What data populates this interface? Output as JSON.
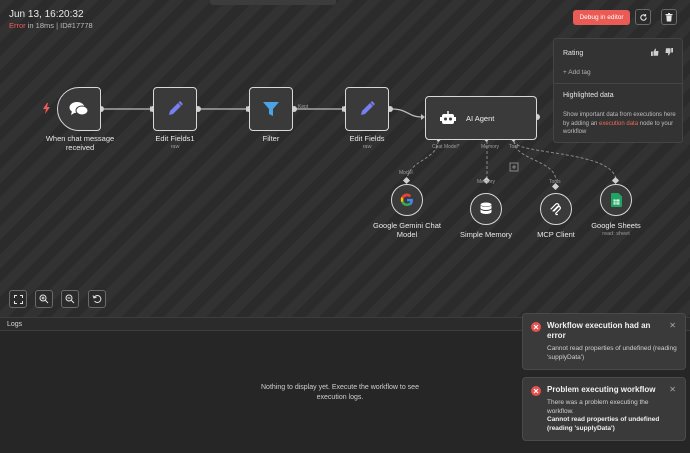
{
  "execution": {
    "date": "Jun 13, 16:20:32",
    "status_error": "Error",
    "status_rest": " in 18ms | ID#17778"
  },
  "toolbar": {
    "debug_label": "Debug in editor",
    "retry_icon": "refresh-icon",
    "delete_icon": "trash-icon"
  },
  "side_panel": {
    "rating_label": "Rating",
    "add_tag": "+ Add tag",
    "highlighted_title": "Highlighted data",
    "highlighted_text_1": "Show important data from executions here by adding an ",
    "highlighted_link": "execution data",
    "highlighted_text_2": " node to your workflow"
  },
  "nodes": {
    "chat_trigger": {
      "label": "When chat message received",
      "icon": "chat-bubbles-icon"
    },
    "edit_fields1": {
      "label": "Edit Fields1",
      "sub": "raw",
      "icon": "pencil-icon"
    },
    "filter": {
      "label": "Filter",
      "icon": "funnel-icon"
    },
    "edit_fields": {
      "label": "Edit Fields",
      "sub": "raw",
      "icon": "pencil-icon"
    },
    "ai_agent": {
      "label": "AI Agent",
      "icon": "robot-icon"
    },
    "gemini": {
      "label": "Google Gemini Chat Model",
      "icon": "google-icon"
    },
    "memory": {
      "label": "Simple Memory",
      "icon": "database-icon"
    },
    "mcp": {
      "label": "MCP Client",
      "icon": "mcp-icon"
    },
    "sheets": {
      "label": "Google Sheets",
      "sub": "read: sheet",
      "icon": "sheets-icon"
    }
  },
  "port_labels": {
    "kept": "Kept",
    "chat_model": "Chat Model*",
    "memory": "Memory",
    "tool": "Tool",
    "model": "Model",
    "memory_top": "Memory",
    "tools": "Tools"
  },
  "logs": {
    "title": "Logs",
    "empty": "Nothing to display yet. Execute the workflow to see execution logs."
  },
  "toasts": [
    {
      "title": "Workflow execution had an error",
      "message": "Cannot read properties of undefined (reading 'supplyData')",
      "bold": ""
    },
    {
      "title": "Problem executing workflow",
      "message": "There was a problem executing the workflow.",
      "bold": "Cannot read properties of undefined (reading 'supplyData')"
    }
  ],
  "colors": {
    "accent": "#ea5b55",
    "error": "#ef5b5b",
    "pencil": "#7b7ef0",
    "filter": "#4ba3e6",
    "sheets": "#1fa463"
  }
}
